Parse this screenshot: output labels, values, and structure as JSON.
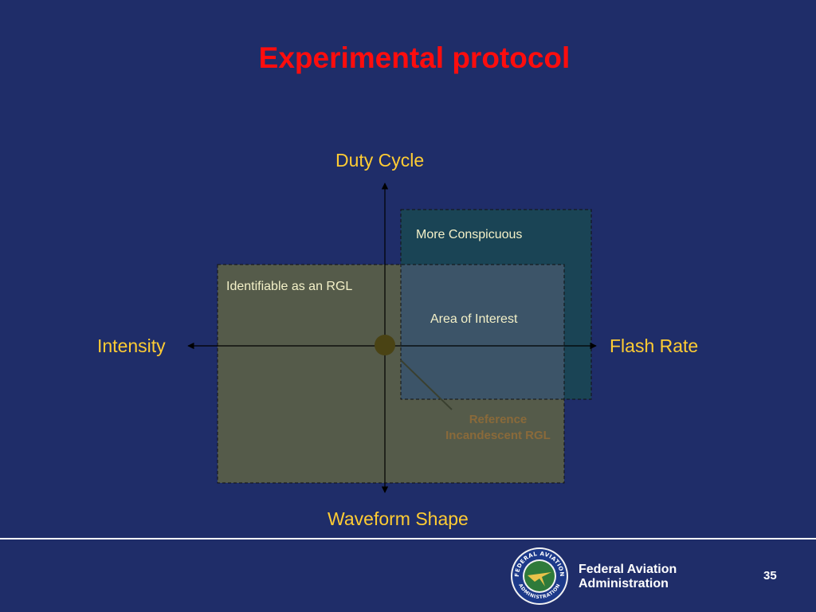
{
  "slide": {
    "title": "Experimental protocol",
    "page_number": "35"
  },
  "diagram": {
    "axes": {
      "top": "Duty Cycle",
      "bottom": "Waveform Shape",
      "left": "Intensity",
      "right": "Flash Rate"
    },
    "regions": {
      "more_conspicuous": "More Conspicuous",
      "identifiable": "Identifiable as an RGL",
      "area_of_interest": "Area of Interest"
    },
    "reference_label_line1": "Reference",
    "reference_label_line2": "Incandescent RGL"
  },
  "footer": {
    "agency_line1": "Federal Aviation",
    "agency_line2": "Administration",
    "seal_text_top": "FEDERAL AVIATION",
    "seal_text_bottom": "ADMINISTRATION"
  },
  "colors": {
    "background": "#1f2d69",
    "title": "#ff0d0d",
    "axis_label": "#ffcc33",
    "identifiable_fill": "#555b4a",
    "conspicuous_fill": "#1a4455",
    "overlap_fill": "#3c5468",
    "reference_dot": "#4a4314"
  }
}
